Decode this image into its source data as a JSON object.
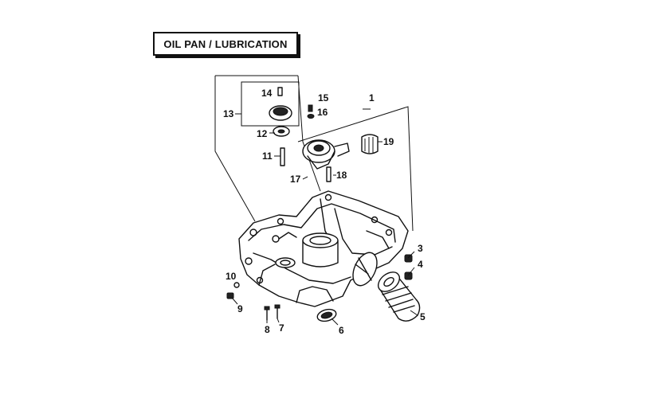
{
  "title": "OIL PAN / LUBRICATION",
  "callouts": {
    "c1": "1",
    "c3": "3",
    "c4": "4",
    "c5": "5",
    "c6": "6",
    "c7": "7",
    "c8": "8",
    "c9": "9",
    "c10": "10",
    "c11": "11",
    "c12": "12",
    "c13": "13",
    "c14": "14",
    "c15": "15",
    "c16": "16",
    "c17": "17",
    "c18": "18",
    "c19": "19"
  }
}
